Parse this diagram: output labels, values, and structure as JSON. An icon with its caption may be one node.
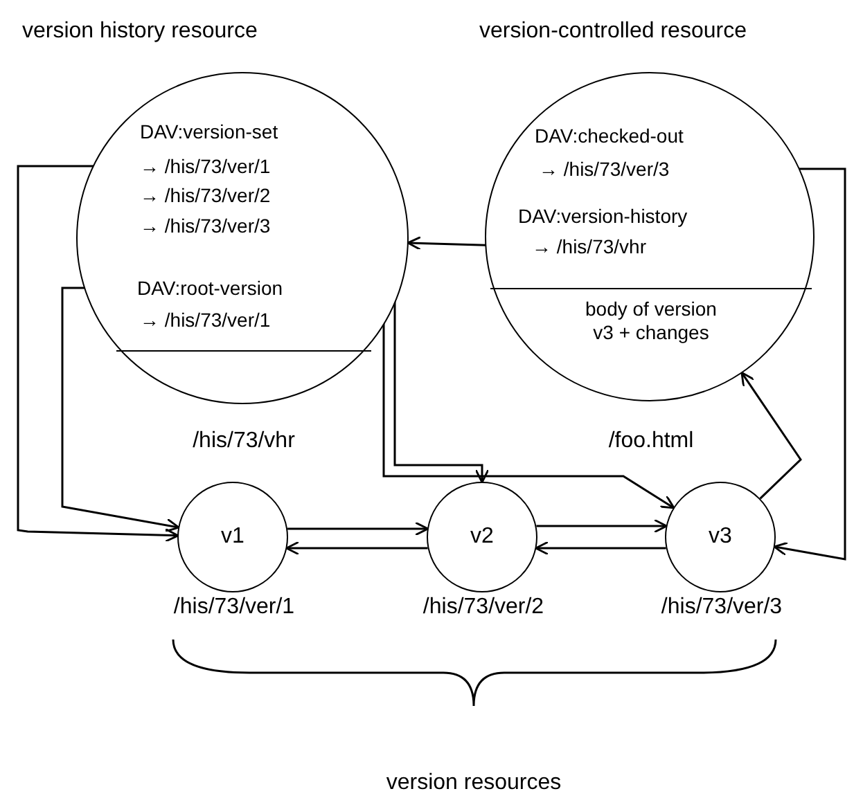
{
  "diagram": {
    "nodes": [
      {
        "text": [
          "version history resource"
        ],
        "beside": [
          "/his/73/vhr"
        ]
      },
      {
        "text": [
          "DAV:version-set"
        ],
        "in": 0
      },
      {
        "text": [
          "→ /his/73/ver/1"
        ],
        "in": 0
      },
      {
        "text": [
          "→ /his/73/ver/2"
        ],
        "in": 0
      },
      {
        "text": [
          "→ /his/73/ver/3"
        ],
        "in": 0
      },
      {
        "text": [
          "DAV:root-version"
        ],
        "in": 0
      },
      {
        "text": [
          "→ /his/73/ver/1"
        ],
        "in": 0
      },
      {
        "text": [
          "version-controlled resource"
        ],
        "beside": [
          "/foo.html"
        ]
      },
      {
        "text": [
          "DAV:checked-out"
        ],
        "in": 7
      },
      {
        "text": [
          "→ /his/73/ver/3"
        ],
        "in": 7
      },
      {
        "text": [
          "DAV:version-history"
        ],
        "in": 7
      },
      {
        "text": [
          "→ /his/73/vhr"
        ],
        "in": 7
      },
      {
        "text": [
          "body of version v3 + changes"
        ],
        "in": 7
      },
      {
        "text": [
          "v1"
        ],
        "beside": [
          "/his/73/ver/1"
        ]
      },
      {
        "text": [
          "v2"
        ],
        "beside": [
          "/his/73/ver/2"
        ]
      },
      {
        "text": [
          "v3"
        ],
        "beside": [
          "/his/73/ver/3"
        ]
      }
    ],
    "edges": [
      {
        "from": 2,
        "to": 13,
        "arrow": "to"
      },
      {
        "from": 5,
        "to": 13,
        "arrow": "to"
      },
      {
        "from": 3,
        "to": 14,
        "arrow": "to"
      },
      {
        "from": 4,
        "to": 15,
        "arrow": "to"
      },
      {
        "from": 11,
        "to": 0,
        "arrow": "to"
      },
      {
        "from": 9,
        "to": 15,
        "arrow": "to"
      },
      {
        "from": 13,
        "to": 14,
        "arrow": "to"
      },
      {
        "from": 14,
        "to": 13,
        "arrow": "to"
      },
      {
        "from": 14,
        "to": 15,
        "arrow": "to"
      },
      {
        "from": 15,
        "to": 14,
        "arrow": "to"
      },
      {
        "from": 15,
        "to": 7,
        "arrow": "to"
      }
    ],
    "labels": [
      "version resources"
    ]
  }
}
